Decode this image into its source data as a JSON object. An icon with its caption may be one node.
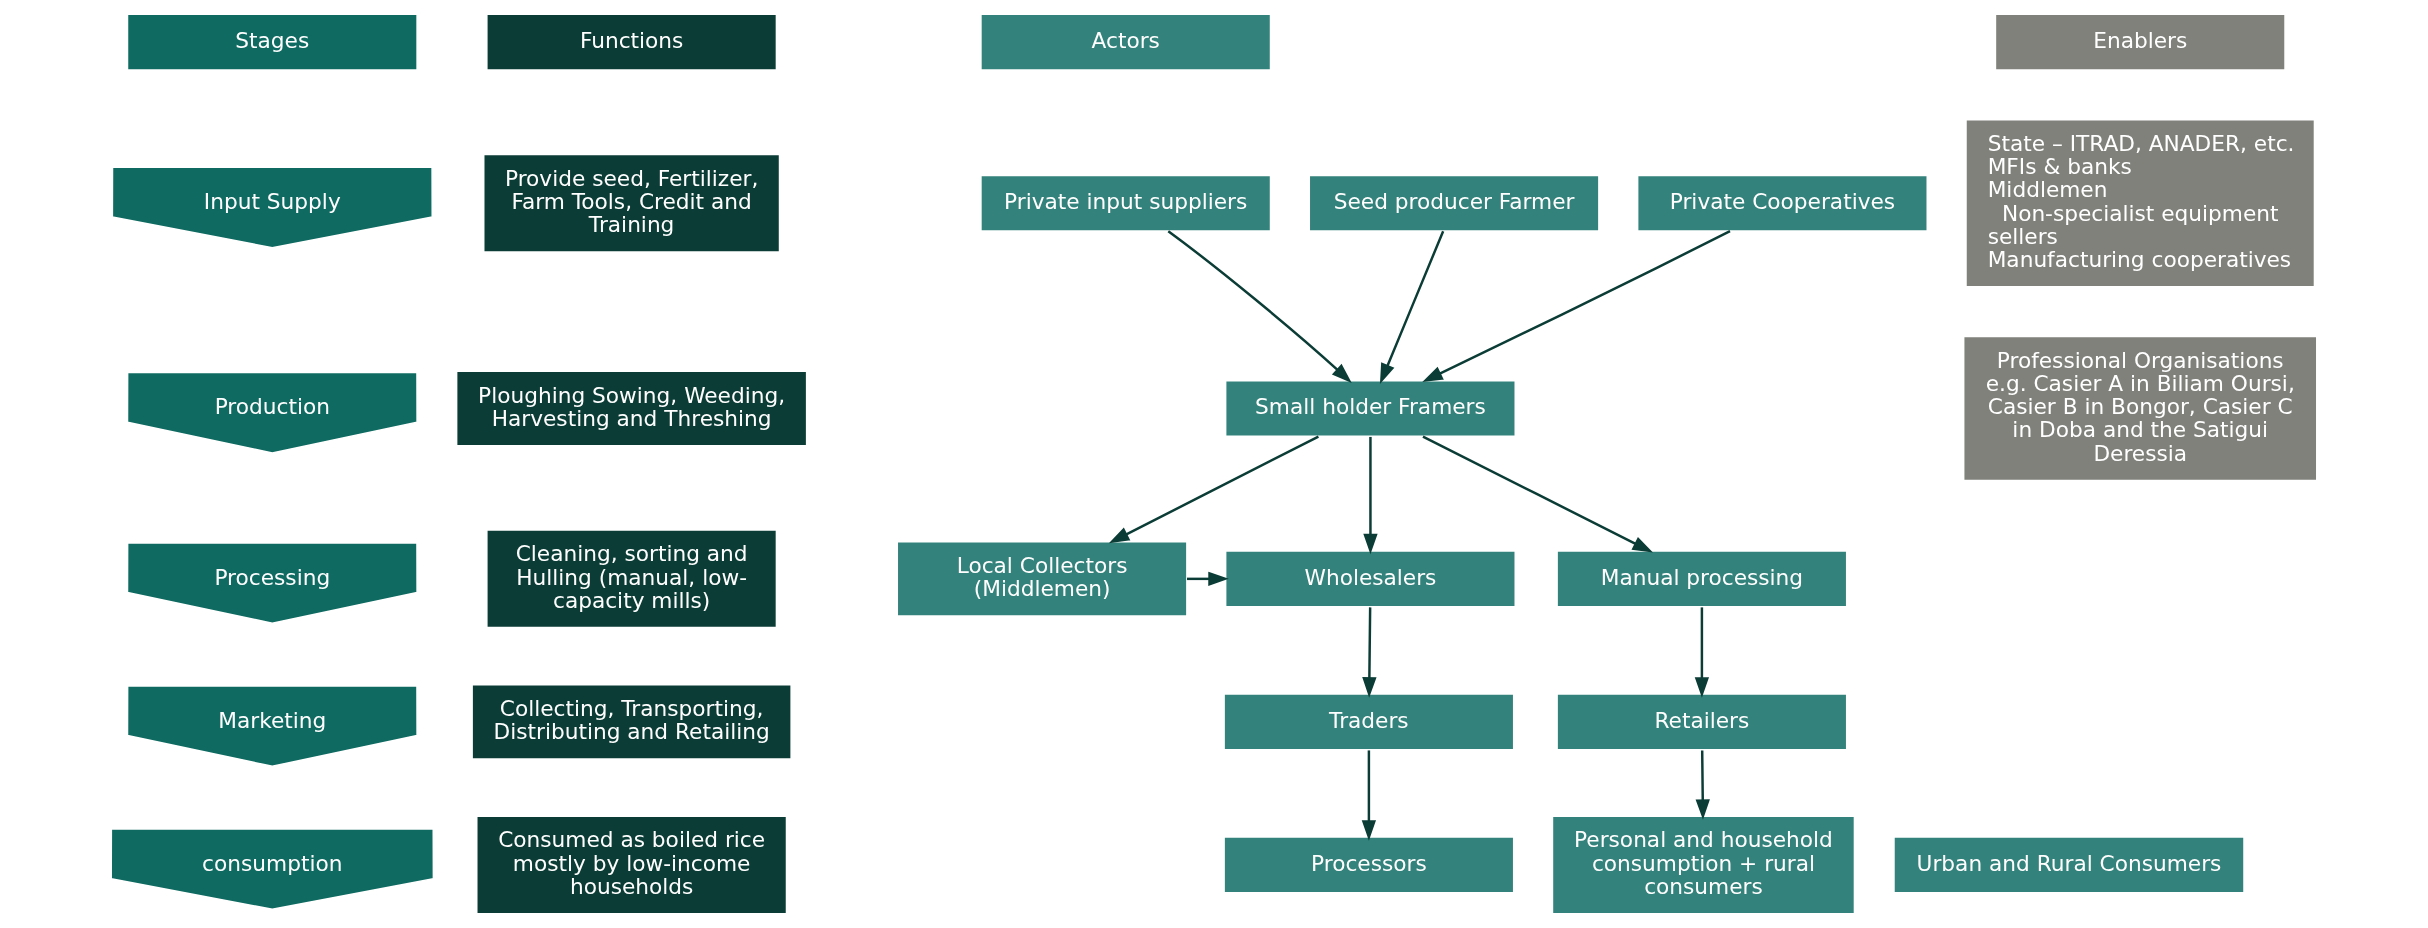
{
  "diagram": {
    "nodes": [
      {
        "text": [
          "Stages"
        ]
      },
      {
        "text": [
          "Functions"
        ]
      },
      {
        "text": [
          "Actors"
        ]
      },
      {
        "text": [
          "Enablers"
        ]
      },
      {
        "text": [
          "Input Supply"
        ]
      },
      {
        "text": [
          "Production"
        ]
      },
      {
        "text": [
          "Processing"
        ]
      },
      {
        "text": [
          "Marketing"
        ]
      },
      {
        "text": [
          "consumption"
        ]
      },
      {
        "text": [
          "Provide seed, Fertilizer, Farm Tools, Credit and Training"
        ]
      },
      {
        "text": [
          "Ploughing Sowing, Weeding, Harvesting and Threshing"
        ]
      },
      {
        "text": [
          "Cleaning, sorting and Hulling (manual, low-capacity mills)"
        ]
      },
      {
        "text": [
          "Collecting, Transporting, Distributing and Retailing"
        ]
      },
      {
        "text": [
          "Consumed as boiled rice mostly by low-income households"
        ]
      },
      {
        "text": [
          "Private input suppliers"
        ]
      },
      {
        "text": [
          "Seed producer Farmer"
        ]
      },
      {
        "text": [
          "Private Cooperatives"
        ]
      },
      {
        "text": [
          "Small holder Framers"
        ]
      },
      {
        "text": [
          "Local Collectors (Middlemen)"
        ]
      },
      {
        "text": [
          "Manual processing"
        ]
      },
      {
        "text": [
          "Wholesalers"
        ]
      },
      {
        "text": [
          "Retailers"
        ]
      },
      {
        "text": [
          "Traders"
        ]
      },
      {
        "text": [
          "Processors"
        ]
      },
      {
        "text": [
          "Personal and household consumption + rural consumers"
        ]
      },
      {
        "text": [
          "Urban and Rural Consumers"
        ]
      },
      {
        "text": [
          "State – ITRAD, ANADER, etc.",
          "MFIs & banks",
          "Middlemen",
          "Non-specialist equipment sellers",
          "Manufacturing cooperatives"
        ]
      },
      {
        "text": [
          "Professional Organisations",
          "e.g. Casier A in Biliam Oursi, Casier B in Bongor, Casier C in Doba and the Satigui Deressia"
        ]
      }
    ],
    "edges": [
      {
        "from": 14,
        "to": 17,
        "arrow": "to"
      },
      {
        "from": 15,
        "to": 17,
        "arrow": "to"
      },
      {
        "from": 16,
        "to": 17,
        "arrow": "to"
      },
      {
        "from": 17,
        "to": 19,
        "arrow": "to"
      },
      {
        "from": 17,
        "to": 20,
        "arrow": "to"
      },
      {
        "from": 17,
        "to": 18,
        "arrow": "to"
      },
      {
        "from": 18,
        "to": 20,
        "arrow": "to"
      },
      {
        "from": 19,
        "to": 21,
        "arrow": "to"
      },
      {
        "from": 21,
        "to": 24,
        "arrow": "to"
      },
      {
        "from": 20,
        "to": 22,
        "arrow": "to"
      },
      {
        "from": 22,
        "to": 23,
        "arrow": "to"
      }
    ]
  }
}
